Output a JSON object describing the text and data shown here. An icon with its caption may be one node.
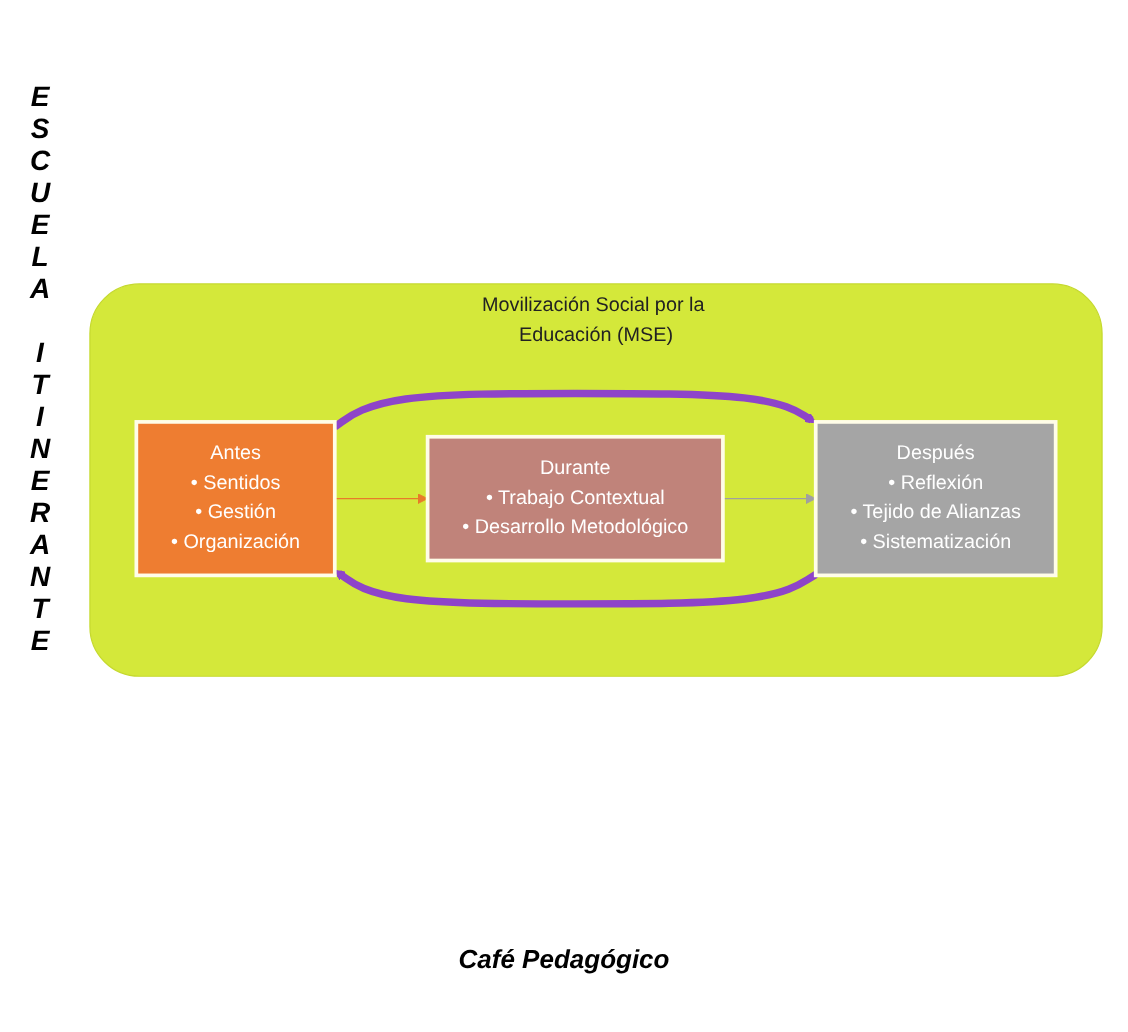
{
  "diagram": {
    "nodes": [
      {
        "text": [
          "Movilización Social por la Educación (MSE)"
        ]
      },
      {
        "text": [
          "Antes",
          "• Sentidos",
          "• Gestión",
          "• Organización"
        ],
        "in": 0
      },
      {
        "text": [
          "Durante",
          "• Trabajo Contextual",
          "• Desarrollo Metodológico"
        ],
        "in": 0
      },
      {
        "text": [
          "Después",
          "• Reflexión",
          "• Tejido de Alianzas",
          "• Sistematización"
        ],
        "in": 0
      }
    ],
    "edges": [
      {
        "from": 1,
        "to": 3,
        "arrow": "to",
        "style": "thick",
        "color": "#8e44c9"
      },
      {
        "from": 3,
        "to": 1,
        "arrow": "to",
        "style": "thick",
        "color": "#8e44c9"
      },
      {
        "from": 1,
        "to": 2,
        "arrow": "to",
        "color": "#e87b2a"
      },
      {
        "from": 2,
        "to": 3,
        "arrow": "to",
        "color": "#a0a0a0"
      }
    ],
    "labels": [
      "ESCUELA ITINERANTE",
      "Café Pedagógico"
    ]
  }
}
